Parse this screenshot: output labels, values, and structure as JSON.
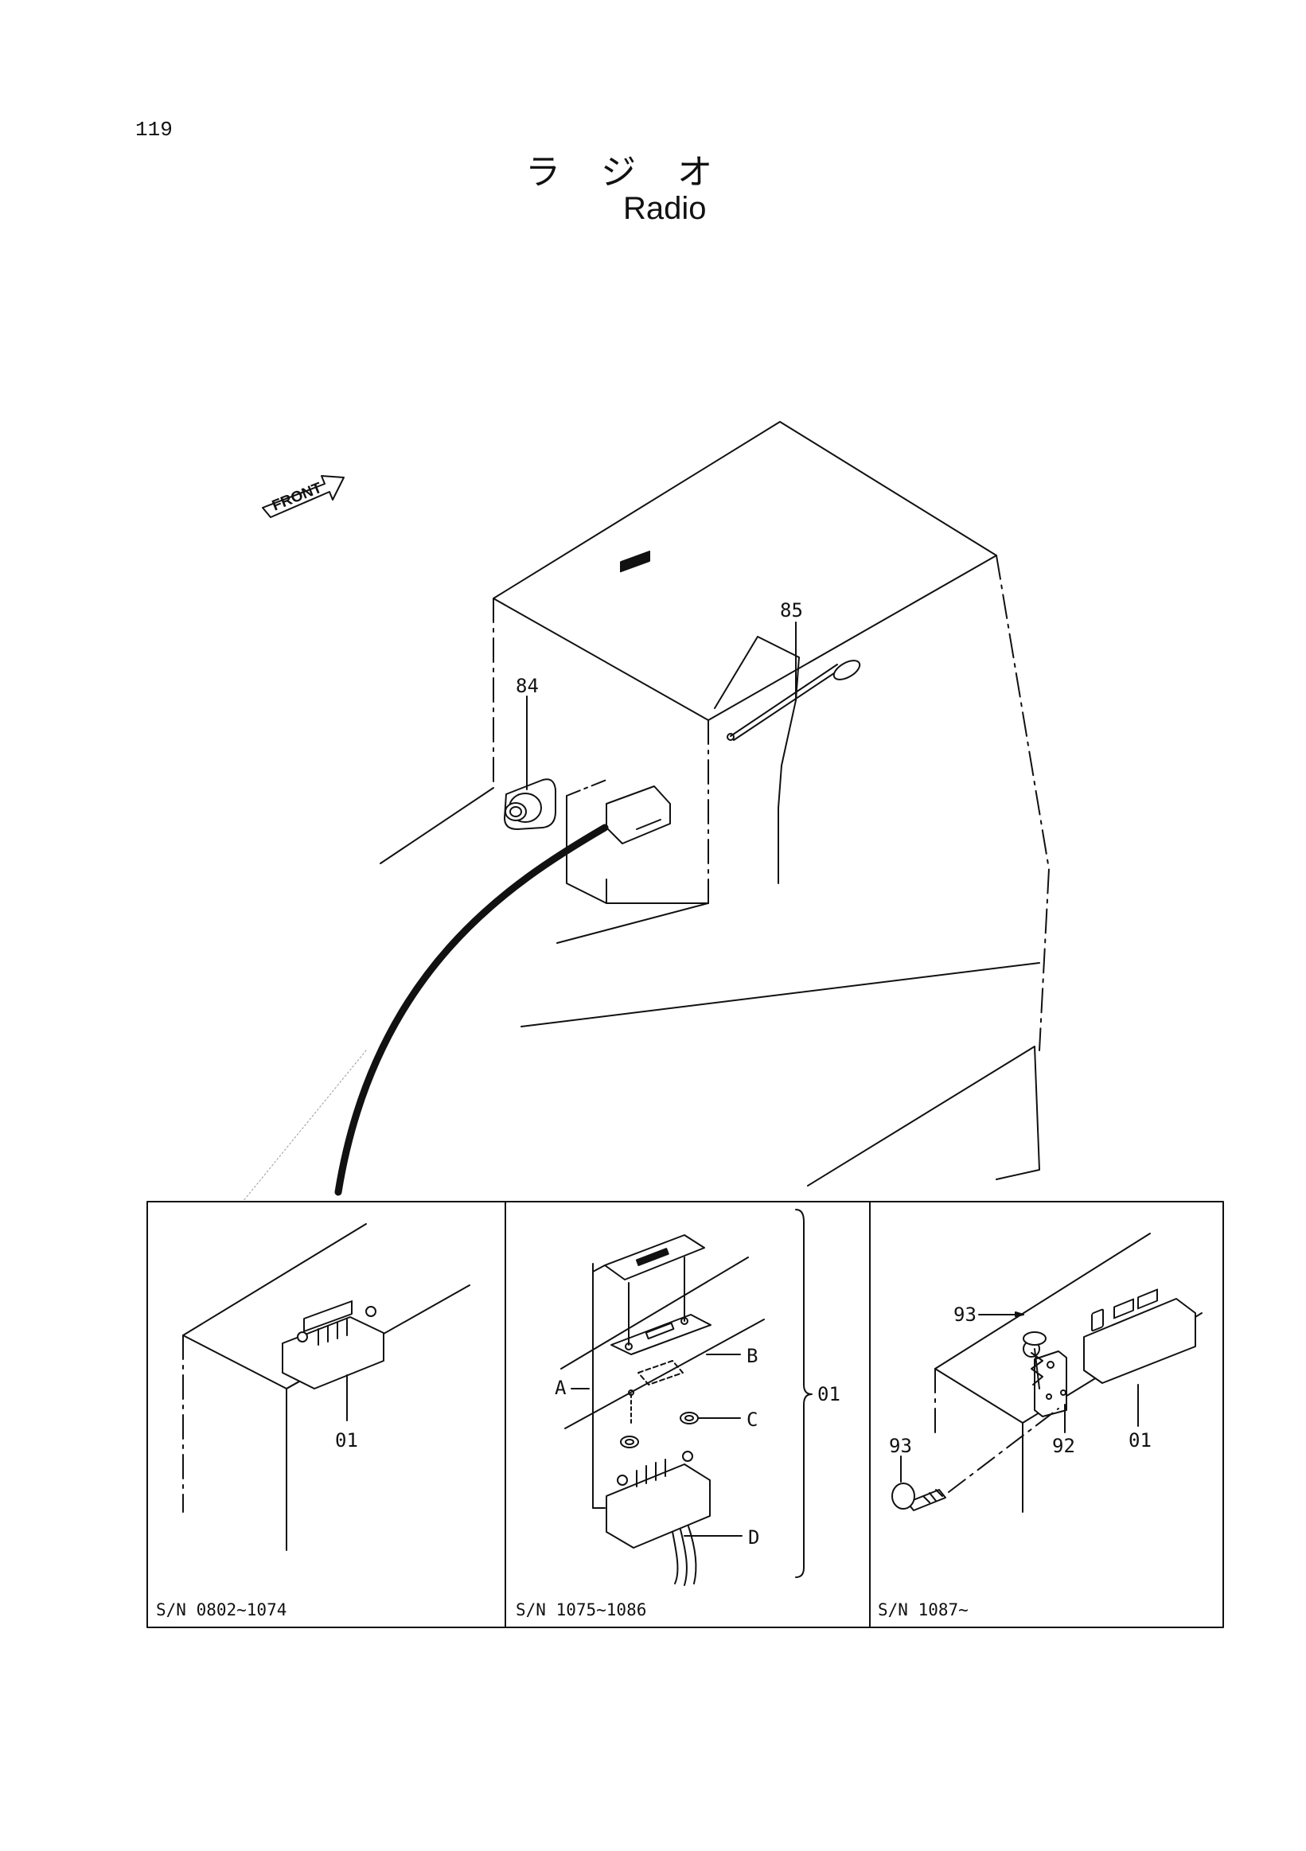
{
  "page": {
    "number": "119",
    "title_jp": "ラジオ",
    "title_en": "Radio"
  },
  "direction": {
    "label": "FRONT"
  },
  "callouts": {
    "p84": "84",
    "p85": "85"
  },
  "panels": [
    {
      "serial": "S/N 0802~1074",
      "parts": [
        "01"
      ]
    },
    {
      "serial": "S/N 1075~1086",
      "parts": [
        "01",
        "A",
        "B",
        "C",
        "D"
      ]
    },
    {
      "serial": "S/N 1087~",
      "parts": [
        "93",
        "93",
        "92",
        "01"
      ]
    }
  ]
}
